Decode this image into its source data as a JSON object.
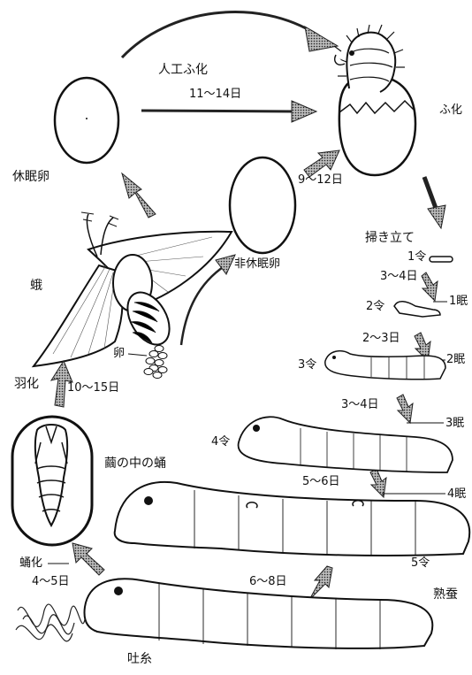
{
  "labels": {
    "artificial_hatching": "人工ふ化",
    "days_11_14": "11～14日",
    "hatching": "ふ化",
    "diapause_egg": "休眠卵",
    "days_9_12": "9～12日",
    "non_diapause_egg": "非休眠卵",
    "brushing": "掃き立て",
    "instar_1": "1令",
    "days_3_4_a": "3～4日",
    "sleep_1": "1眠",
    "moth": "蛾",
    "instar_2": "2令",
    "days_2_3": "2～3日",
    "sleep_2": "2眠",
    "eggs": "卵",
    "instar_3": "3令",
    "eclosion": "羽化",
    "days_10_15": "10～15日",
    "days_3_4_b": "3～4日",
    "sleep_3": "3眠",
    "instar_4": "4令",
    "pupa_in_cocoon": "繭の中の蛹",
    "days_5_6": "5～6日",
    "sleep_4": "4眠",
    "pupation": "蛹化",
    "instar_5": "5令",
    "days_4_5": "4～5日",
    "days_6_8": "6～8日",
    "mature_silkworm": "熟蚕",
    "spinning": "吐糸"
  }
}
